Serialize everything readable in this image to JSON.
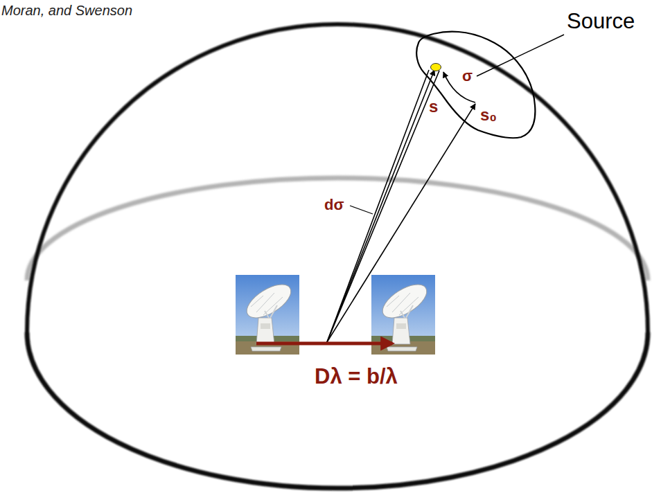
{
  "diagram": {
    "labels": [
      "Moran, and Swenson",
      "Source",
      "σ",
      "s",
      "s₀",
      "dσ",
      "Dλ = b/λ"
    ]
  }
}
